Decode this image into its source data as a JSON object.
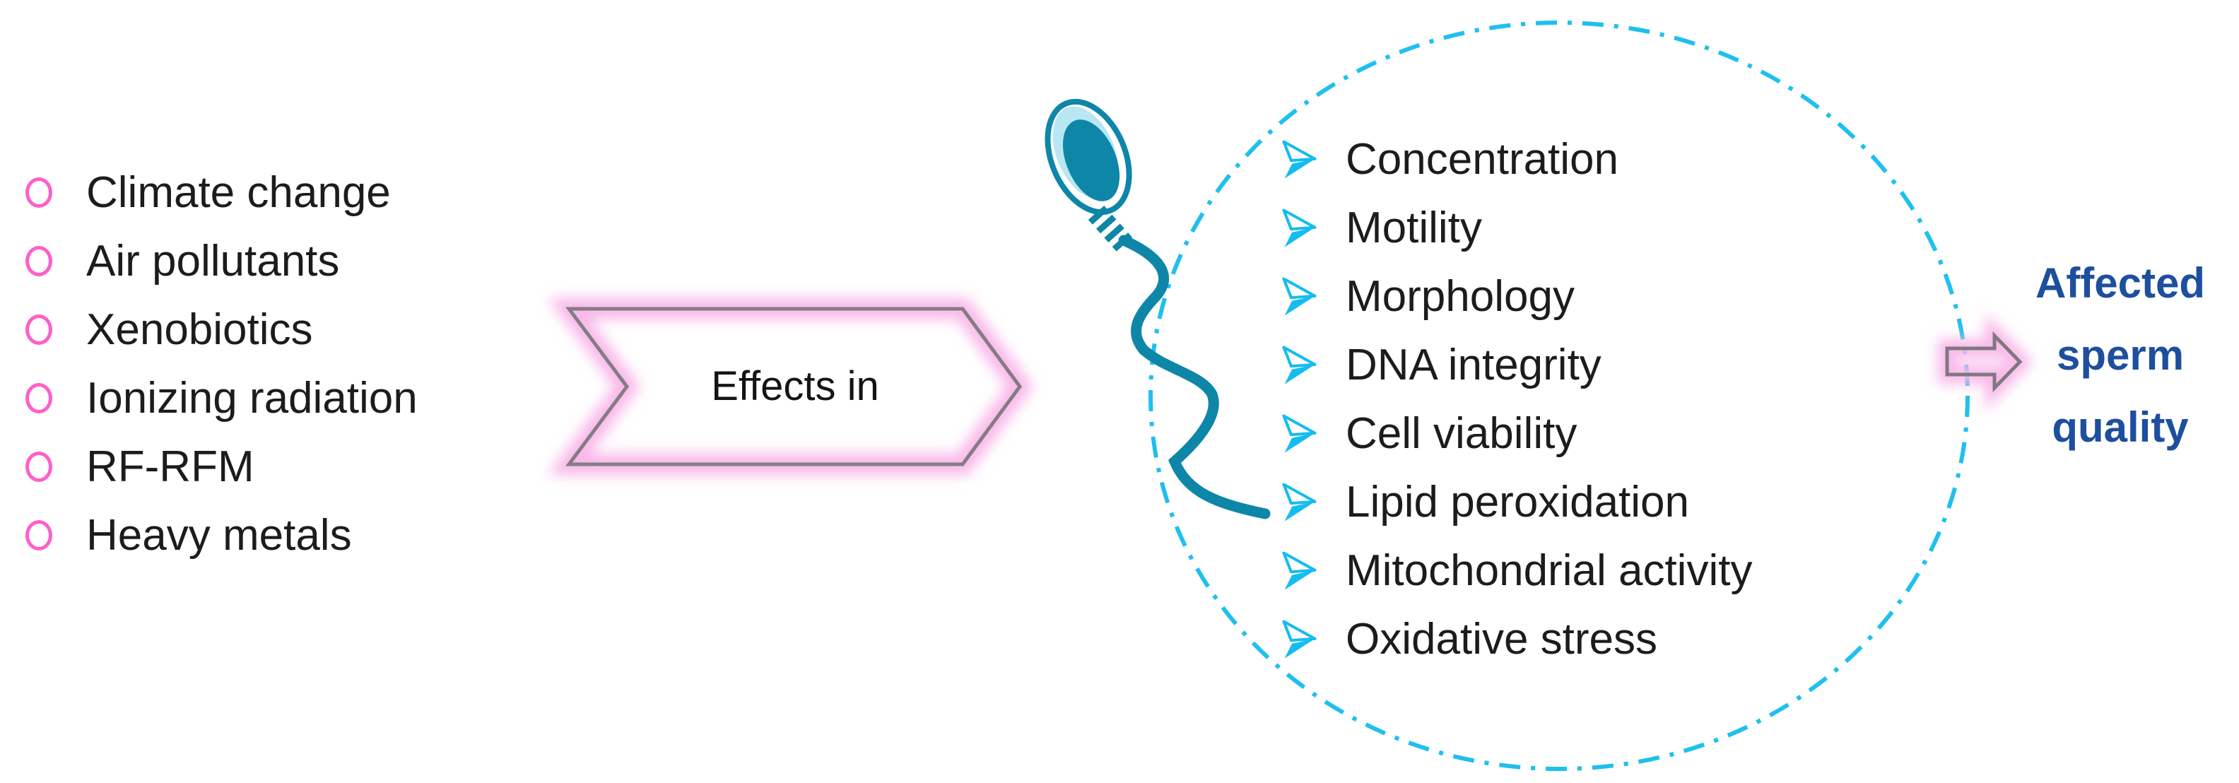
{
  "left_list": {
    "bullet_icon": "circle-outline-bullet",
    "bullet_color": "#ff5fc9",
    "items": [
      "Climate change",
      "Air pollutants",
      "Xenobiotics",
      "Ionizing radiation",
      "RF-RFM",
      "Heavy metals"
    ]
  },
  "effects_banner": {
    "label": "Effects in",
    "shape": "chevron-right-banner",
    "outline_color": "#837d83",
    "glow_color": "#f9b8ea"
  },
  "sperm_icon": {
    "name": "sperm-cell-icon",
    "color": "#0e86a8"
  },
  "dashed_circle": {
    "style": "dash-dot",
    "color": "#1fc0ee"
  },
  "circle_list": {
    "bullet_icon": "arrowhead-right-bullet",
    "bullet_color": "#15bcef",
    "items": [
      "Concentration",
      "Motility",
      "Morphology",
      "DNA integrity",
      "Cell viability",
      "Lipid peroxidation",
      "Mitochondrial activity",
      "Oxidative stress"
    ]
  },
  "outcome": {
    "arrow_icon": "block-arrow-right",
    "arrow_outline_color": "#7f797f",
    "glow_color": "#f9b8ea",
    "text_color": "#1e4f9e",
    "lines": [
      "Affected",
      "sperm",
      "quality"
    ]
  },
  "body_text_color": "#1c1c1c"
}
